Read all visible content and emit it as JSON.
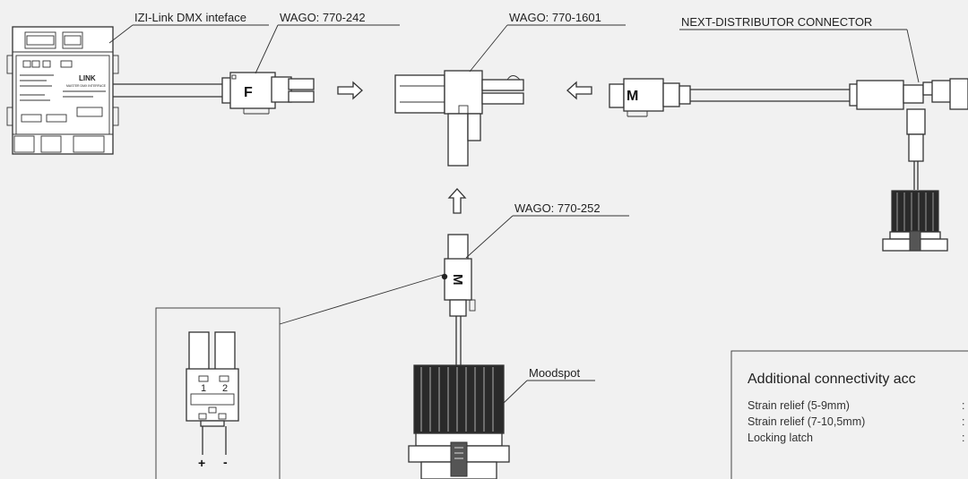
{
  "labels": {
    "izi_link": "IZI-Link DMX inteface",
    "wago_242": "WAGO: 770-242",
    "wago_1601": "WAGO: 770-1601",
    "next_distributor": "NEXT-DISTRIBUTOR CONNECTOR",
    "wago_252": "WAGO: 770-252",
    "moodspot": "Moodspot"
  },
  "connector_marks": {
    "female": "F",
    "male": "M",
    "male_vertical": "M"
  },
  "detail": {
    "pin1": "1",
    "pin2": "2",
    "plus": "+",
    "minus": "-"
  },
  "device": {
    "brand": "LINK",
    "subtitle": "MASTER DMX INTERFACE"
  },
  "accessories": {
    "title": "Additional connectivity acc",
    "items": [
      {
        "name": "Strain relief (5-9mm)",
        "sep": ":"
      },
      {
        "name": "Strain relief (7-10,5mm)",
        "sep": ":"
      },
      {
        "name": "Locking latch",
        "sep": ":"
      }
    ]
  },
  "colors": {
    "background": "#f1f1f1",
    "stroke": "#333333",
    "fin_dark": "#2a2a2a"
  }
}
